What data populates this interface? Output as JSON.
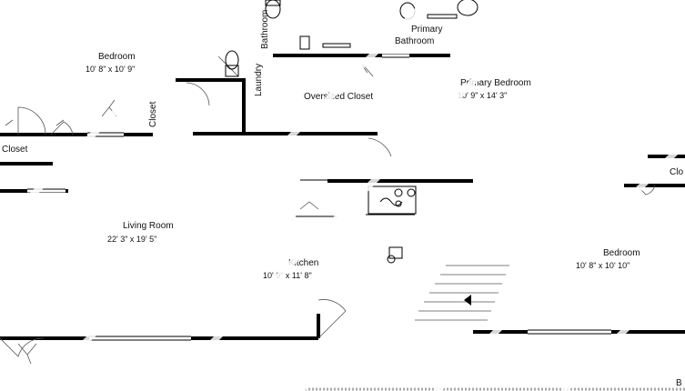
{
  "rooms": {
    "bedroom_top_left": {
      "name": "Bedroom",
      "dims": "10' 8\" x 10' 9\""
    },
    "closet_left": {
      "name": "Closet"
    },
    "closet_vertical": {
      "name": "Closet"
    },
    "laundry": {
      "name": "Laundry"
    },
    "bathroom": {
      "name": "Bathroom"
    },
    "primary_bathroom": {
      "name": "Primary",
      "name2": "Bathroom"
    },
    "oversized_closet": {
      "name": "Oversized Closet"
    },
    "primary_bedroom": {
      "name": "Primary Bedroom",
      "dims": "10' 9\" x 14' 3\""
    },
    "living_room": {
      "name": "Living Room",
      "dims": "22' 3\" x 19' 5\""
    },
    "kitchen": {
      "name": "Kitchen",
      "dims": "10' 9\" x 11' 8\""
    },
    "bedroom_right": {
      "name": "Bedroom",
      "dims": "10' 8\" x 10' 10\""
    },
    "closet_right": {
      "name": "Clo"
    }
  },
  "corner_mark": "B"
}
